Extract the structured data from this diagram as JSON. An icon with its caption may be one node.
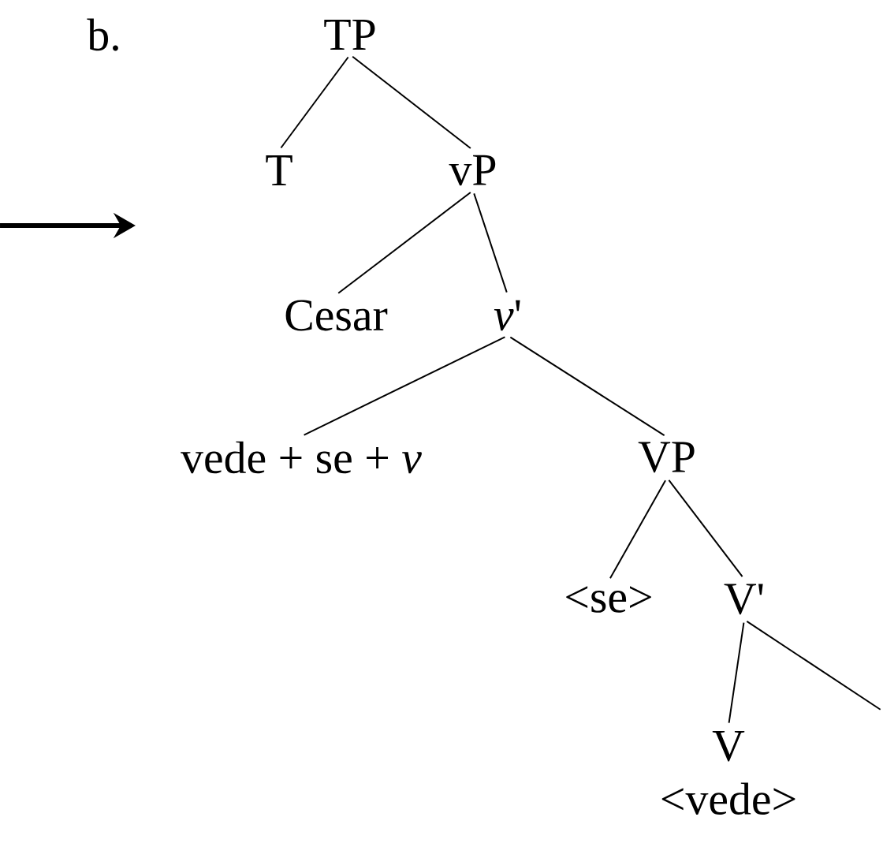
{
  "diagram": {
    "nodes": [
      {
        "text": [
          "TP"
        ]
      },
      {
        "text": [
          "T"
        ]
      },
      {
        "text": [
          "vP"
        ]
      },
      {
        "text": [
          "Cesar"
        ]
      },
      {
        "text": [
          "*v*'"
        ]
      },
      {
        "text": [
          "vede + se + *v*"
        ]
      },
      {
        "text": [
          "VP"
        ]
      },
      {
        "text": [
          "<se>"
        ]
      },
      {
        "text": [
          "V'"
        ]
      },
      {
        "text": [
          "V",
          "<vede>"
        ]
      }
    ],
    "edges": [
      {
        "from": 0,
        "to": 1,
        "arrow": "none"
      },
      {
        "from": 0,
        "to": 2,
        "arrow": "none"
      },
      {
        "from": 2,
        "to": 3,
        "arrow": "none"
      },
      {
        "from": 2,
        "to": 4,
        "arrow": "none"
      },
      {
        "from": 4,
        "to": 5,
        "arrow": "none"
      },
      {
        "from": 4,
        "to": 6,
        "arrow": "none"
      },
      {
        "from": 6,
        "to": 7,
        "arrow": "none"
      },
      {
        "from": 6,
        "to": 8,
        "arrow": "none"
      },
      {
        "from": 8,
        "to": 9,
        "arrow": "none"
      },
      {
        "from": 8,
        "to": null,
        "arrow": "none"
      }
    ],
    "labels": [
      "b."
    ]
  }
}
